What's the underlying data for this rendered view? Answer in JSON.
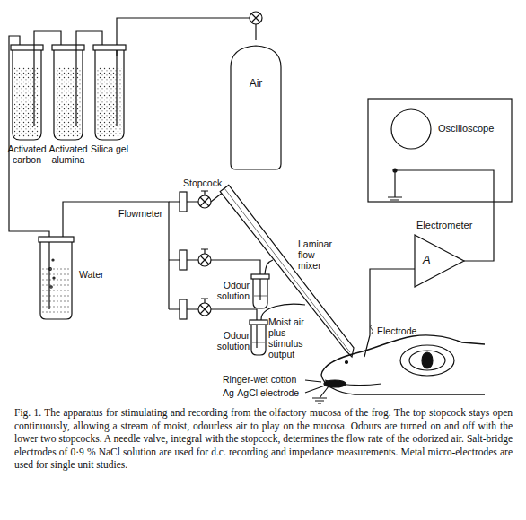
{
  "diagram": {
    "caption": "Fig. 1. The apparatus for stimulating and recording from the olfactory mucosa of the frog. The top stopcock stays open continuously, allowing a stream of moist, odourless air to play on the mucosa. Odours are turned on and off with the lower two stopcocks. A needle valve, integral with the stopcock, determines the flow rate of the odorized air. Salt-bridge electrodes of 0·9 % NaCl solution are used for d.c. recording and impedance measurements. Metal micro-electrodes are used for single unit studies.",
    "nodes": [
      {
        "text": [
          "Air"
        ]
      },
      {
        "text": [
          "Oscilloscope"
        ]
      },
      {
        "text": [
          "Electrometer",
          "A"
        ]
      }
    ],
    "edges": [
      {
        "from": 2,
        "to": 1,
        "arrow": "none"
      }
    ],
    "labels": [
      "Activated carbon",
      "Activated alumina",
      "Silica gel",
      "Stopcock",
      "Flowmeter",
      "Water",
      "Odour solution",
      "Odour solution",
      "Laminar flow mixer",
      "Moist air plus stimulus output",
      "Electrode",
      "Ringer-wet cotton",
      "Ag-AgCl electrode"
    ]
  }
}
